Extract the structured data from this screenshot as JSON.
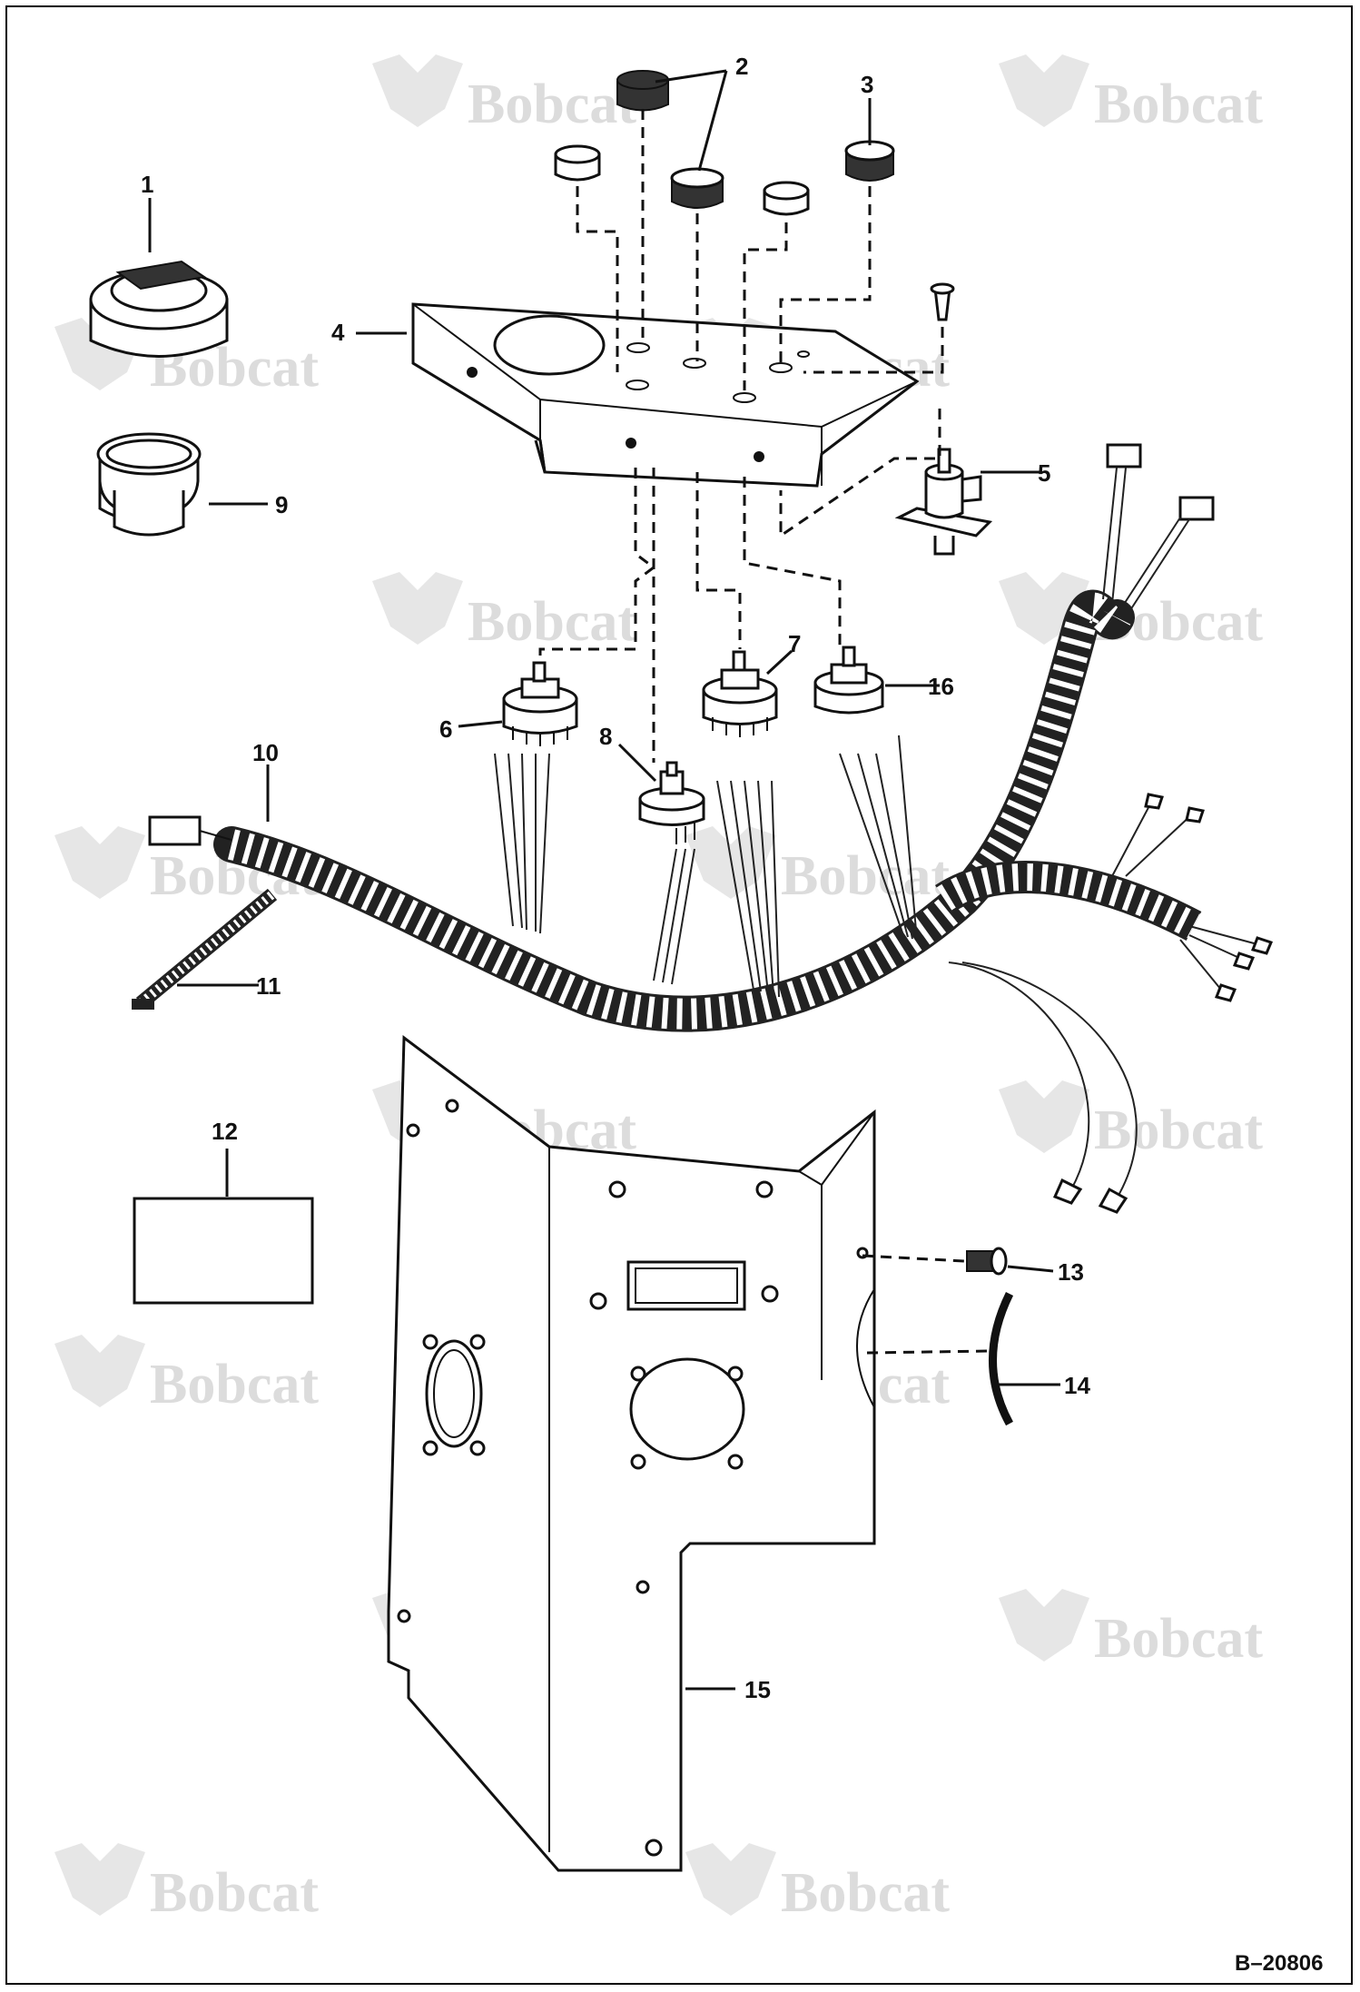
{
  "watermark": {
    "text": "Bobcat"
  },
  "figure_reference": "B–20806",
  "callouts": [
    {
      "id": "1",
      "text": "1"
    },
    {
      "id": "2",
      "text": "2"
    },
    {
      "id": "3",
      "text": "3"
    },
    {
      "id": "4",
      "text": "4"
    },
    {
      "id": "5",
      "text": "5"
    },
    {
      "id": "6",
      "text": "6"
    },
    {
      "id": "7",
      "text": "7"
    },
    {
      "id": "8",
      "text": "8"
    },
    {
      "id": "9",
      "text": "9"
    },
    {
      "id": "10",
      "text": "10"
    },
    {
      "id": "11",
      "text": "11"
    },
    {
      "id": "12",
      "text": "12"
    },
    {
      "id": "13",
      "text": "13"
    },
    {
      "id": "14",
      "text": "14"
    },
    {
      "id": "15",
      "text": "15"
    },
    {
      "id": "16",
      "text": "16"
    }
  ]
}
